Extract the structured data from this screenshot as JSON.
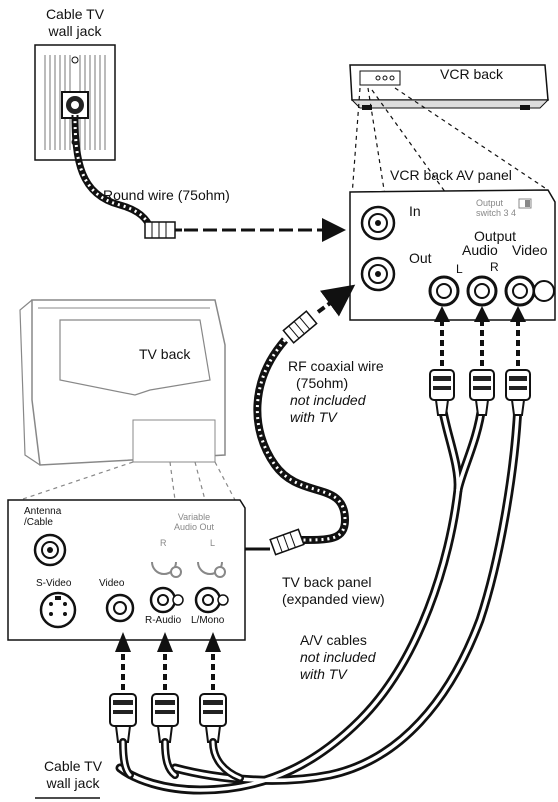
{
  "labels": {
    "wall_jack_top": [
      "Cable TV",
      "wall jack"
    ],
    "round_wire": "Round wire (75ohm)",
    "vcr_back": "VCR back",
    "vcr_av_panel": "VCR back AV panel",
    "vcr_in": "In",
    "vcr_out": "Out",
    "vcr_switch": [
      "Output",
      "switch 3 4"
    ],
    "vcr_output": "Output",
    "vcr_audio": "Audio",
    "vcr_video": "Video",
    "vcr_l": "L",
    "vcr_r": "R",
    "tv_back": "TV back",
    "rf_wire": [
      "RF coaxial wire",
      "(75ohm)",
      "not included",
      "with TV"
    ],
    "tv_antenna": [
      "Antenna",
      "/Cable"
    ],
    "tv_variable": [
      "Variable",
      "Audio Out"
    ],
    "tv_r": "R",
    "tv_l": "L",
    "tv_svideo": "S-Video",
    "tv_video": "Video",
    "tv_raudio": "R-Audio",
    "tv_lmono": "L/Mono",
    "tv_back_panel": [
      "TV back panel",
      "(expanded view)"
    ],
    "av_cables": [
      "A/V cables",
      "not included",
      "with TV"
    ],
    "wall_jack_bottom": [
      "Cable TV",
      "wall jack"
    ]
  },
  "colors": {
    "line": "#111111",
    "paper": "#ffffff",
    "faint": "#888888"
  }
}
